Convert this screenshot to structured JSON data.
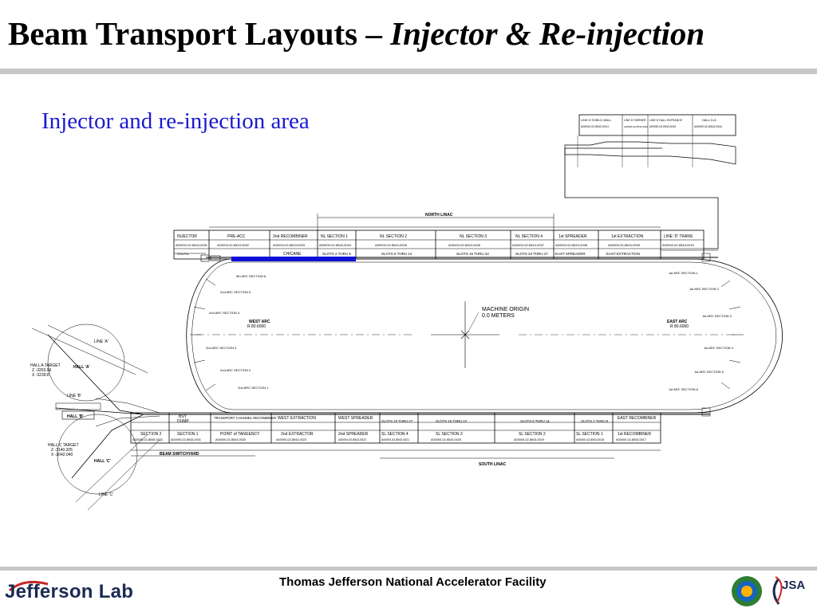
{
  "slide": {
    "title_main": "Beam Transport Layouts – ",
    "title_italic": "Injector & Re-injection",
    "subtitle": "Injector and re-injection area",
    "footer_center": "Thomas Jefferson National Accelerator Facility",
    "footer_logo_left": "Jefferson Lab",
    "footer_logo_right": "JSA"
  },
  "diagram": {
    "north_linac": "NORTH LINAC",
    "south_linac": "SOUTH LINAC",
    "beam_switchyard": "BEAM SWITCHYARD",
    "machine_origin": [
      "MACHINE ORIGIN",
      "0.0 METERS"
    ],
    "west_arc": [
      "WEST ARC",
      "R 80.6000"
    ],
    "east_arc": [
      "EAST ARC",
      "R 80.6000"
    ],
    "top_sections": [
      {
        "name": "INJECTOR",
        "drawing": "A00000-02-8543-0001",
        "detail": "STA P.D"
      },
      {
        "name": "PRE-ACC",
        "drawing": "A00000-02-8543-0002",
        "detail": ""
      },
      {
        "name": "2nd RECOMBINER",
        "drawing": "A00000-02-8543-0003",
        "detail": "CHICANE"
      },
      {
        "name": "NL SECTION 1",
        "drawing": "A00000-02-8545-0004",
        "detail": "SLOTS 2 THRU 5"
      },
      {
        "name": "NL SECTION 2",
        "drawing": "A00000-02-8543-0005",
        "detail": "SLOTS 6 THRU 14"
      },
      {
        "name": "NL SECTION 3",
        "drawing": "A00000-02-8543-0006",
        "detail": "SLOTS 15 THRU 22"
      },
      {
        "name": "NL SECTION 4",
        "drawing": "A00000-02-8543-0007",
        "detail": "SLOTS 23 THRU 27"
      },
      {
        "name": "1st SPREADER",
        "drawing": "A00000-02-8543-0008",
        "detail": "EAST SPREADER"
      },
      {
        "name": "1st EXTRACTION",
        "drawing": "A00000-02-8543-0009",
        "detail": "EAST EXTRACTION"
      },
      {
        "name": "LINE 'D' TRANS",
        "drawing": "A00000-02-8543-0010",
        "detail": ""
      }
    ],
    "bottom_sections": [
      {
        "name": "SECTION 2",
        "drawing": "A00000-02-8545-0032",
        "detail": ""
      },
      {
        "name": "SECTION 1",
        "drawing": "A00000-02-8543-0031",
        "detail": "TRANSPORT CHANNEL RECOMBINER"
      },
      {
        "name": "POINT of TANGENCY",
        "drawing": "A00000-02-8543-0030",
        "detail": ""
      },
      {
        "name": "2nd EXTRACTOR",
        "drawing": "A00000-02-8543-0023",
        "detail": "WEST EXTRACTION"
      },
      {
        "name": "2nd SPREADER",
        "drawing": "A00000-02-8543-0022",
        "detail": "WEST SPREADER"
      },
      {
        "name": "SL SECTION 4",
        "drawing": "A00000-02-8543-0021",
        "detail": "SLOTS 23 THRU 27"
      },
      {
        "name": "SL SECTION 3",
        "drawing": "A00000-02-8543-0020",
        "detail": "SLOTS 15 THRU 22"
      },
      {
        "name": "SL SECTION 2",
        "drawing": "A00000-02-8543-0019",
        "detail": "SLOTS 6 THRU 14"
      },
      {
        "name": "SL SECTION 1",
        "drawing": "A00000-02-8543-0018",
        "detail": "SLOTS 2 THRU 5"
      },
      {
        "name": "1st RECOMBINER",
        "drawing": "A00000-02-8543-0017",
        "detail": "EAST RECOMBINER"
      }
    ],
    "top_right_boxes": [
      {
        "name": "LINE D SHIELD WALL",
        "drawing": "A00000-02-8543-0041"
      },
      {
        "name": "LINE D FARRIER",
        "drawing": "A00000-02-8543-0042"
      },
      {
        "name": "LINE D HALL ENTRANCE",
        "drawing": "A00000-02-8543-0043"
      },
      {
        "name": "HALL D-8",
        "drawing": "A00000-02-8543-0044"
      }
    ],
    "west_arc_labels": [
      "5th ARC SECTION 6",
      "2nd ARC SECTION 5",
      "2nd ARC SECTION 4",
      "2nd ARC SECTION 3",
      "2nd ARC SECTION 2",
      "2nd ARC SECTION 1"
    ],
    "east_arc_labels": [
      "1st ARC SECTION 1",
      "1st ARC SECTION 2",
      "1st ARC SECTION 3",
      "1st ARC SECTION 4",
      "1st ARC SECTION 5",
      "1st ARC SECTION 6"
    ],
    "halls": [
      {
        "name": "HALL 'A'",
        "target": [
          "HALL A TARGET",
          "Z -3203.98",
          "X -3239.8"
        ]
      },
      {
        "name": "HALL 'B'",
        "target": []
      },
      {
        "name": "HALL 'C'",
        "target": [
          "HALL C TARGET",
          "Z -3140.205",
          "X -3042.040"
        ]
      }
    ],
    "beam_dump_label": [
      "BSY",
      "DUMP"
    ],
    "line_labels": [
      "LINE 'A'",
      "LINE 'B'",
      "LINE 'C'"
    ]
  },
  "colors": {
    "subtitle": "#1a1ad0",
    "accent_beam": "#1010d8",
    "rule": "#c6c6c6"
  }
}
